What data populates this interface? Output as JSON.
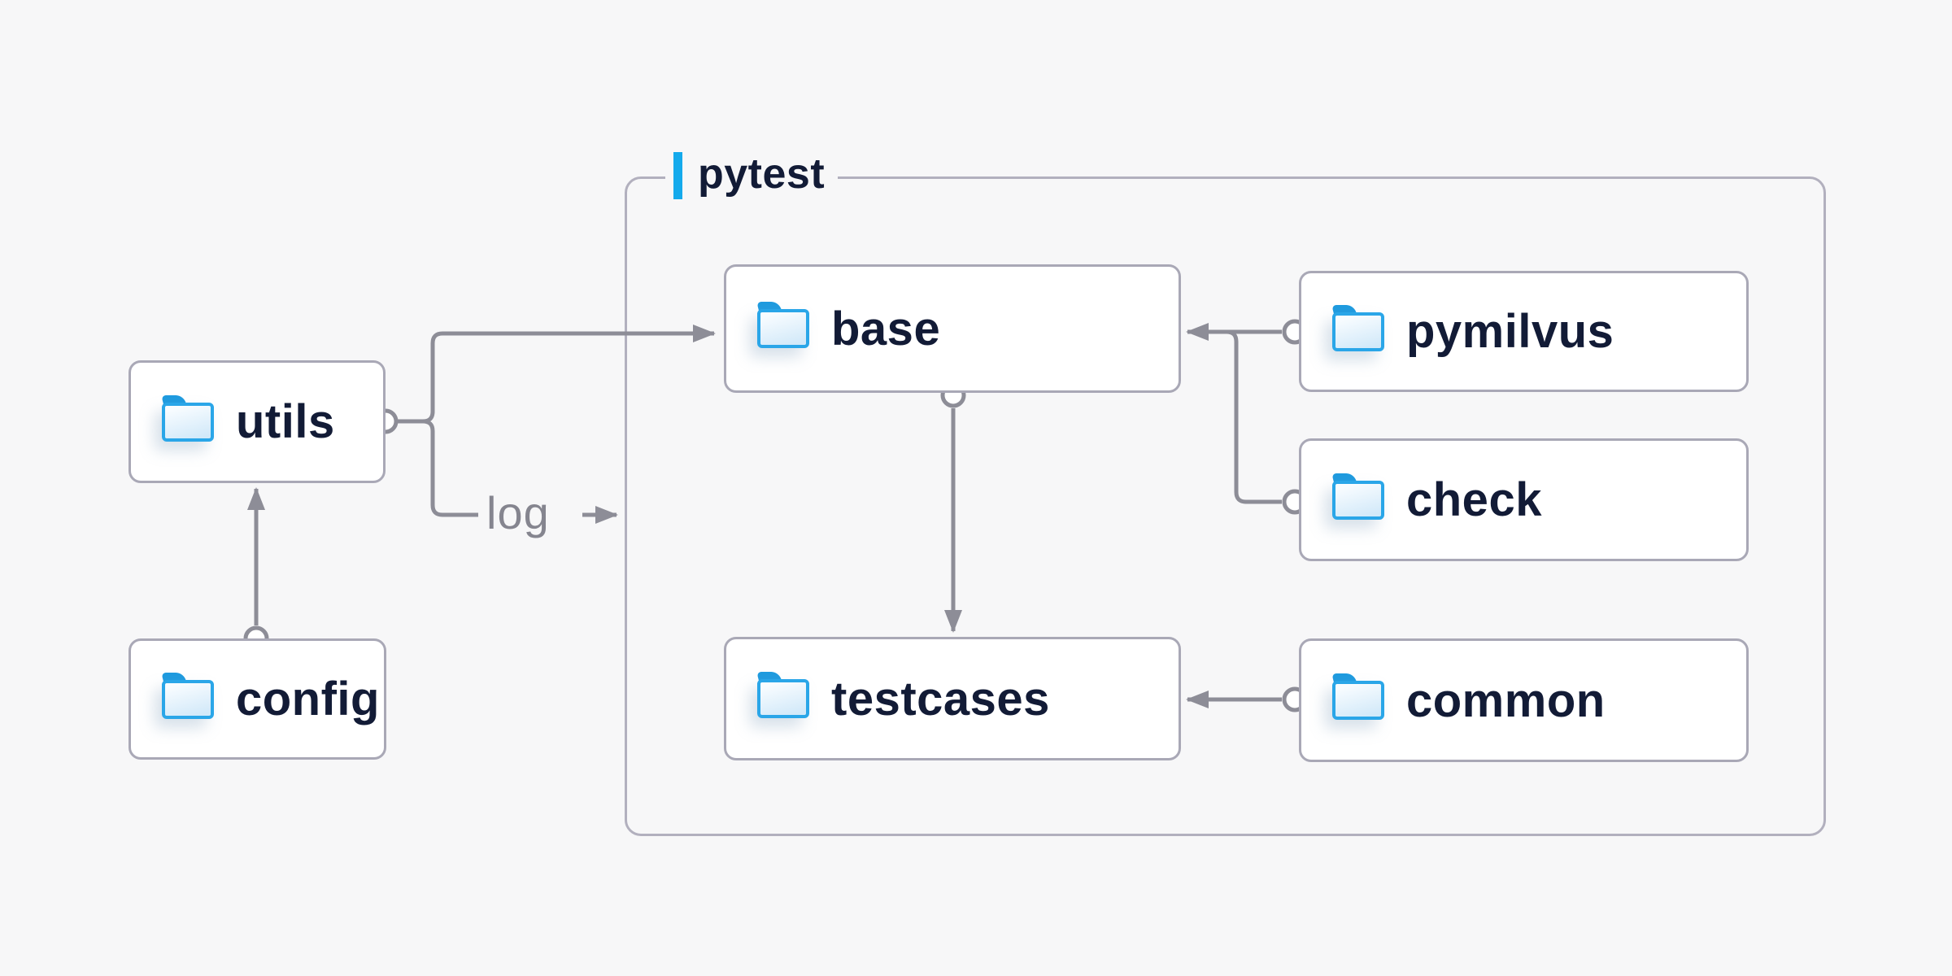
{
  "diagram": {
    "title_group": {
      "label": "pytest",
      "accent_color": "#14aaec"
    },
    "nodes": {
      "utils": {
        "label": "utils",
        "icon": "folder-icon"
      },
      "config": {
        "label": "config",
        "icon": "folder-icon"
      },
      "base": {
        "label": "base",
        "icon": "folder-icon"
      },
      "testcases": {
        "label": "testcases",
        "icon": "folder-icon"
      },
      "pymilvus": {
        "label": "pymilvus",
        "icon": "folder-icon"
      },
      "check": {
        "label": "check",
        "icon": "folder-icon"
      },
      "common": {
        "label": "common",
        "icon": "folder-icon"
      }
    },
    "edges": [
      {
        "from": "config",
        "to": "utils"
      },
      {
        "from": "utils",
        "to": "base"
      },
      {
        "from": "utils",
        "to": "log-out",
        "label": "log"
      },
      {
        "from": "base",
        "to": "testcases"
      },
      {
        "from": "pymilvus",
        "to": "base"
      },
      {
        "from": "check",
        "to": "base"
      },
      {
        "from": "common",
        "to": "testcases"
      }
    ],
    "edge_label": "log",
    "colors": {
      "background": "#f7f7f8",
      "node_border": "#a9a8b6",
      "group_border": "#b2b0be",
      "line": "#8d8d97",
      "text": "#121b36",
      "folder_blue": "#2aa6e8",
      "accent": "#14aaec"
    }
  }
}
